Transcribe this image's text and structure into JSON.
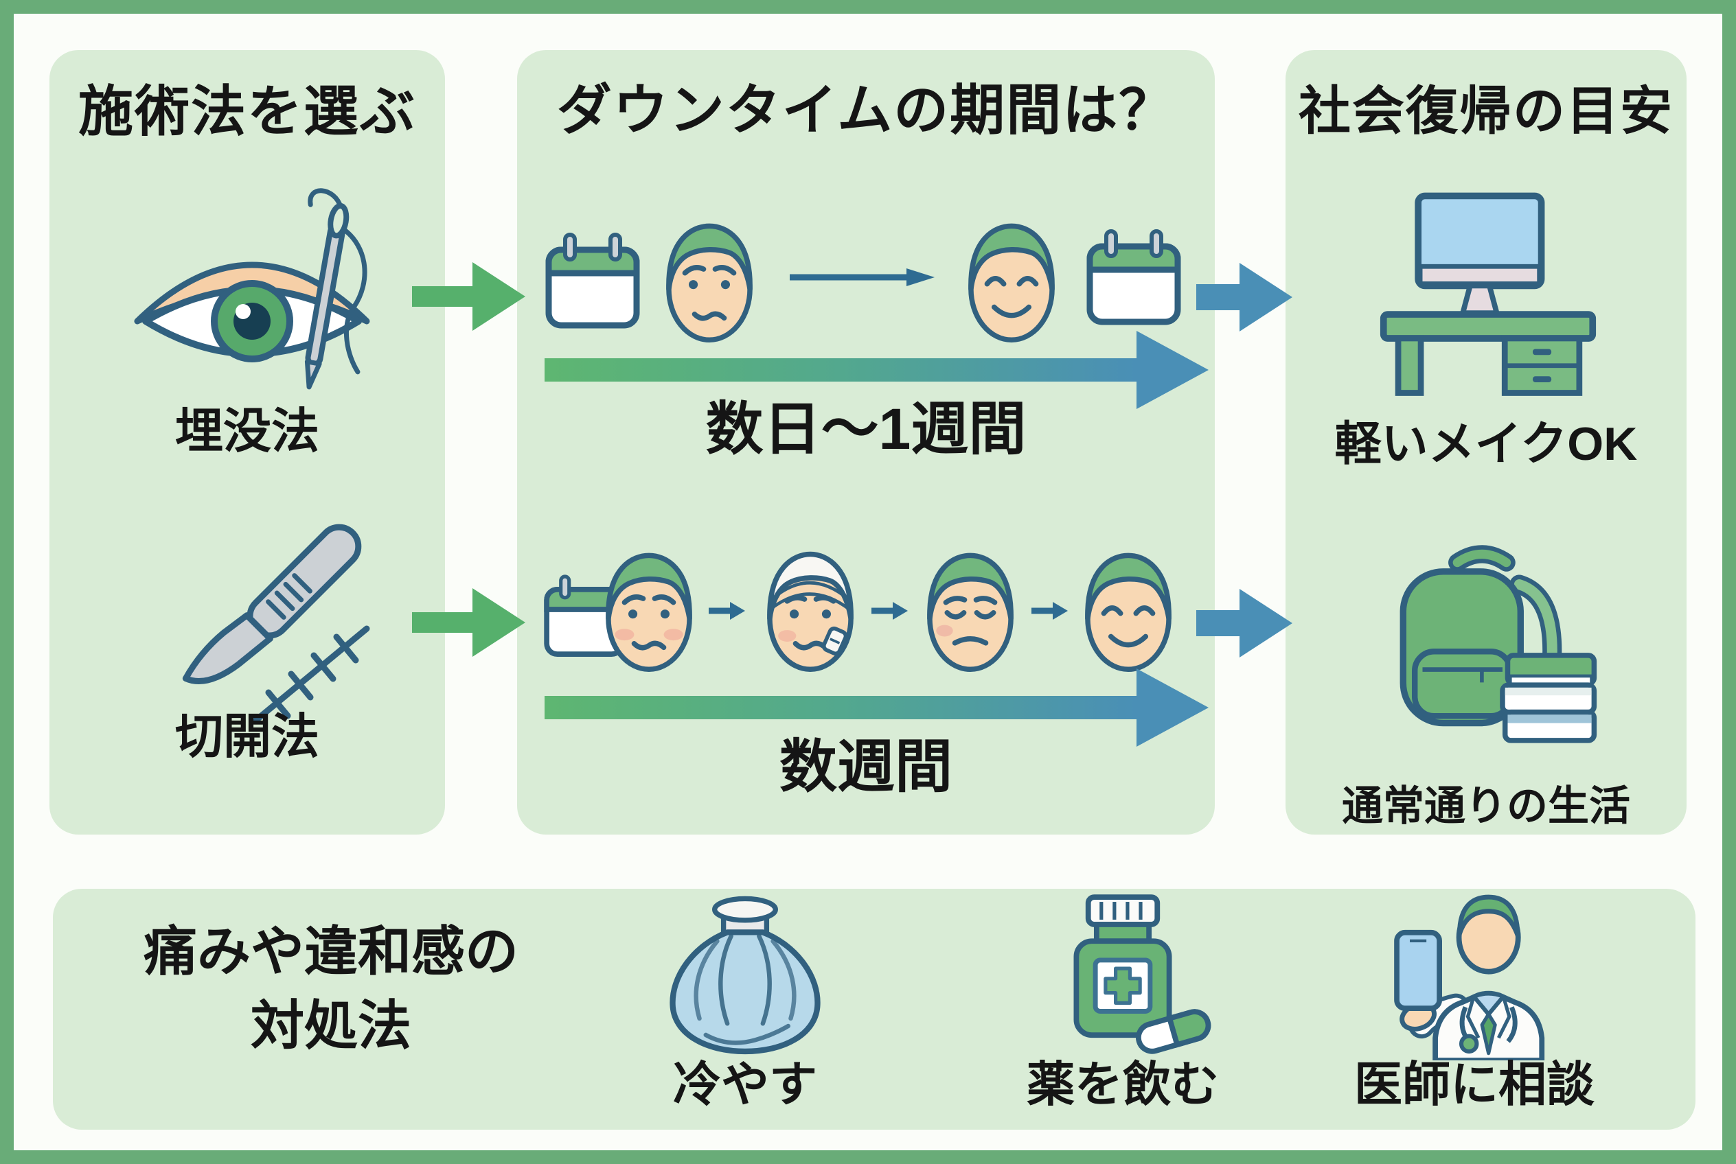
{
  "infographic": {
    "language": "ja",
    "colors": {
      "border_green": "#69ac78",
      "panel_green": "#d9ecd6",
      "background": "#fbfdf9",
      "text": "#151515",
      "icon_outline_blue": "#31607f",
      "arrow_green": "#56b06c",
      "arrow_blue": "#4a8fb6",
      "hair_green": "#72b77e",
      "skin": "#f8d8b4"
    }
  },
  "panels": {
    "procedure": {
      "title": "施術法を選ぶ",
      "items": [
        {
          "label": "埋没法",
          "icon": "eye-needle-icon"
        },
        {
          "label": "切開法",
          "icon": "scalpel-stitches-icon"
        }
      ]
    },
    "downtime": {
      "title": "ダウンタイムの期間は？",
      "rows": [
        {
          "duration_label": "数日〜1週間",
          "sequence": [
            "calendar-icon",
            "face-worried-icon",
            "arrow-right-icon",
            "face-happy-icon",
            "calendar-icon"
          ]
        },
        {
          "duration_label": "数週間",
          "sequence": [
            "calendar-icon",
            "face-swollen-icon",
            "arrow-right-icon",
            "face-bandaged-icon",
            "arrow-right-icon",
            "face-sad-icon",
            "arrow-right-icon",
            "face-happy-icon"
          ]
        }
      ]
    },
    "recovery": {
      "title": "社会復帰の目安",
      "items": [
        {
          "label": "軽いメイクOK",
          "icon": "desk-computer-icon"
        },
        {
          "label": "通常通りの生活",
          "icon": "backpack-books-icon"
        }
      ]
    },
    "care": {
      "title_line1": "痛みや違和感の",
      "title_line2": "対処法",
      "items": [
        {
          "label": "冷やす",
          "icon": "ice-pack-icon"
        },
        {
          "label": "薬を飲む",
          "icon": "medicine-bottle-icon"
        },
        {
          "label": "医師に相談",
          "icon": "doctor-phone-icon"
        }
      ]
    }
  }
}
